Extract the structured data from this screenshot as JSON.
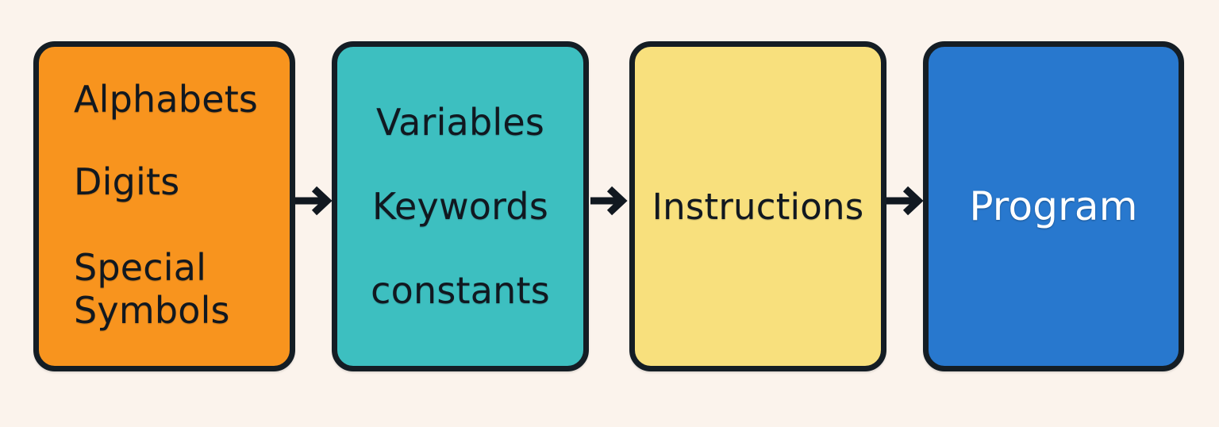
{
  "diagram": {
    "type": "flow-diagram",
    "title": "Program building blocks flow",
    "background_color": "#fbf3ec",
    "border_color": "#141d24",
    "nodes": [
      {
        "id": "character-set",
        "fill": "#f8941e",
        "text_color": "#111820",
        "align": "left",
        "lines": [
          "Alphabets",
          "Digits",
          "Special\nSymbols"
        ]
      },
      {
        "id": "tokens",
        "fill": "#3dbfc0",
        "text_color": "#111820",
        "align": "center",
        "lines": [
          "Variables",
          "Keywords",
          "constants"
        ]
      },
      {
        "id": "instructions",
        "fill": "#f8e07d",
        "text_color": "#111820",
        "align": "center",
        "lines": [
          "Instructions"
        ]
      },
      {
        "id": "program",
        "fill": "#2878ce",
        "text_color": "#ffffff",
        "align": "center",
        "lines": [
          "Program"
        ]
      }
    ],
    "connectors": [
      {
        "id": "arrow-1",
        "from": "character-set",
        "to": "tokens",
        "glyph": "right-arrow"
      },
      {
        "id": "arrow-2",
        "from": "tokens",
        "to": "instructions",
        "glyph": "right-arrow"
      },
      {
        "id": "arrow-3",
        "from": "instructions",
        "to": "program",
        "glyph": "right-arrow"
      }
    ]
  }
}
